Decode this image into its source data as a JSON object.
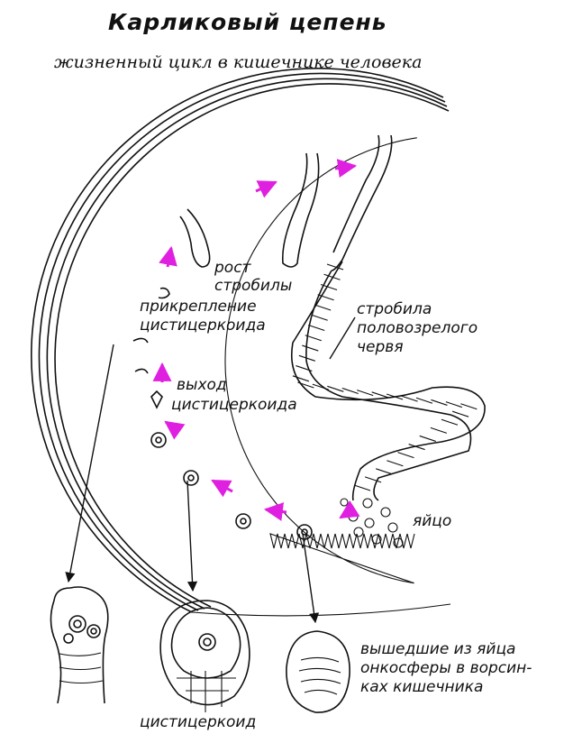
{
  "diagram": {
    "title": "Карликовый цепень",
    "subtitle": "жизненный цикл в кишечнике человека",
    "labels": {
      "growth_line1": "рост",
      "growth_line2": "стробилы",
      "attach_line1": "прикрепление",
      "attach_line2": "цистицеркоида",
      "exit_line1": "выход",
      "exit_line2": "цистицеркоида",
      "strobila_line1": "стробила",
      "strobila_line2": "половозрелого",
      "strobila_line3": "червя",
      "egg": "яйцо",
      "oncosph_line1": "вышедшие из яйца",
      "oncosph_line2": "онкосферы в ворсин-",
      "oncosph_line3": "ках кишечника",
      "cysticercoid": "цистицеркоид"
    },
    "colors": {
      "ink": "#111111",
      "arrow": "#e020e0",
      "background": "#ffffff"
    }
  }
}
